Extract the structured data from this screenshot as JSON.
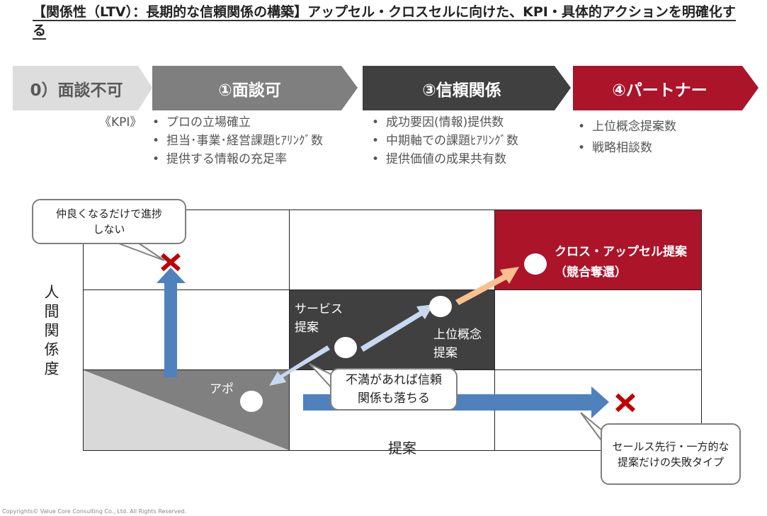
{
  "title": "【関係性（LTV）：長期的な信頼関係の構築】アップセル・クロスセルに向けた、KPI・具体的アクションを明確化する",
  "stages": [
    {
      "label": "0）面談不可",
      "color": "#dddddd"
    },
    {
      "label": "①面談可",
      "color": "#7f7f7f"
    },
    {
      "label": "③信頼関係",
      "color": "#404040"
    },
    {
      "label": "④パートナー",
      "color": "#ab1429"
    }
  ],
  "kpi_label": "《KPI》",
  "kpis": [
    [
      "プロの立場確立",
      "担当･事業･経営課題ﾋｱﾘﾝｸﾞ数",
      "提供する情報の充足率"
    ],
    [
      "成功要因(情報)提供数",
      "中期軸での課題ﾋｱﾘﾝｸﾞ数",
      "提供価値の成果共有数"
    ],
    [
      "上位概念提案数",
      "戦略相談数"
    ]
  ],
  "matrix": {
    "y_axis": "人間関係度",
    "x_axis": "提案",
    "points": {
      "apo": "アポ",
      "service": "サービス提案",
      "upper": "上位概念提案",
      "cross": "クロス・アップセル提案（競合奪還）"
    },
    "callouts": {
      "friendly": "仲良くなるだけで進捗しない",
      "dissatisfied": "不満があれば信頼関係も落ちる",
      "sales_first": "セールス先行・一方的な提案だけの失敗タイプ"
    }
  },
  "footer": "Copyrights© Value Core Consulting Co., Ltd. All Rights Reserved."
}
